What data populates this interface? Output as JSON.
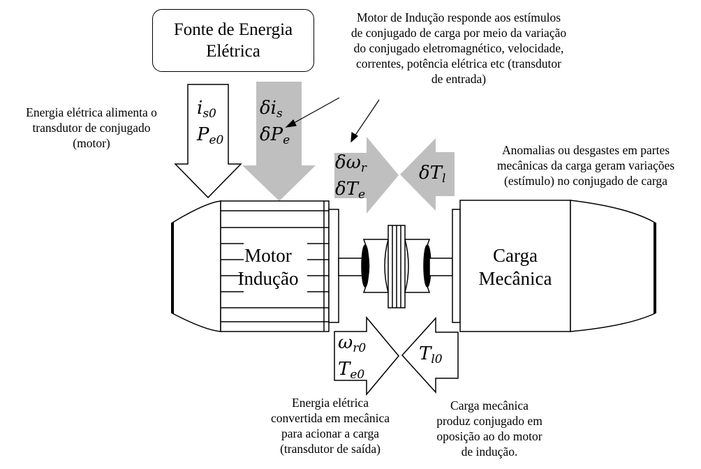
{
  "source_box": {
    "text": "Fonte de Energia\nElétrica"
  },
  "annotations": {
    "motor_response": "Motor de Indução responde aos estímulos\nde conjugado de carga por meio da variação\ndo conjugado eletromagnético, velocidade,\ncorrentes, potência elétrica etc (transdutor\nde entrada)",
    "energy_feeds": "Energia elétrica alimenta o\ntransdutor de conjugado\n(motor)",
    "load_anomalies": "Anomalias ou desgastes em partes\nmecânicas da carga geram variações\n(estímulo) no conjugado de carga",
    "energy_converted": "Energia elétrica\nconvertida em mecânica\npara acionar a carga\n(transdutor de saída)",
    "load_opposes": "Carga mecânica\nproduz conjugado em\noposição ao do motor\nde indução."
  },
  "blocks": {
    "motor": "Motor\nIndução",
    "load": "Carga\nMecânica"
  },
  "arrow_labels": {
    "source_white": [
      "i",
      "s0",
      "P",
      "e0"
    ],
    "source_gray": [
      "δi",
      "s",
      "δP",
      "e"
    ],
    "motor_gray": [
      "δω",
      "r",
      "δT",
      "e"
    ],
    "load_gray": [
      "δT",
      "l"
    ],
    "motor_white": [
      "ω",
      "r0",
      "T",
      "e0"
    ],
    "load_white": [
      "T",
      "l0"
    ]
  },
  "colors": {
    "gray_arrow": "#bfbfbf",
    "outline": "#000000",
    "background": "#ffffff"
  }
}
